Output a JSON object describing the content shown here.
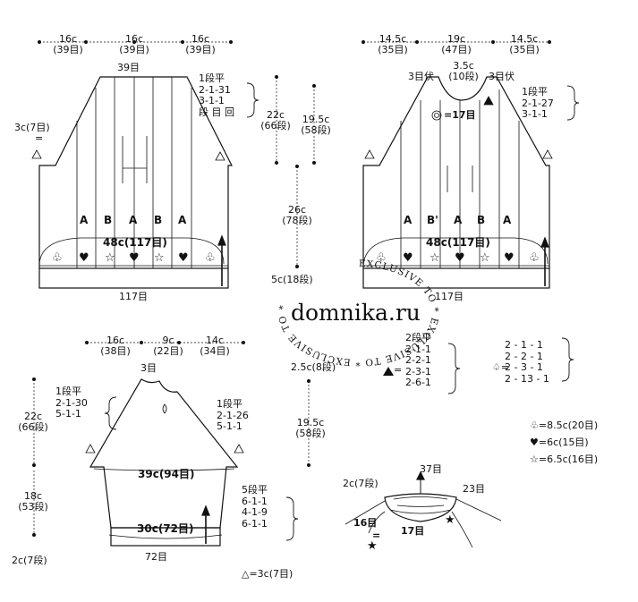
{
  "back": {
    "top_widths": [
      {
        "cm": "16c",
        "st": "(39目)"
      },
      {
        "cm": "16c",
        "st": "(39目)"
      },
      {
        "cm": "16c",
        "st": "(39目)"
      }
    ],
    "neck_st": "39目",
    "shaping": [
      "1段平",
      "2-1-31",
      "3-1-1",
      "段 目 回"
    ],
    "armhole": [
      "3c(7目)",
      "="
    ],
    "raglan_h": {
      "cm": "22c",
      "rows": "(66段)"
    },
    "armhole_h": {
      "cm": "19.5c",
      "rows": "(58段)"
    },
    "body_h": {
      "cm": "26c",
      "rows": "(78段)"
    },
    "rib_h": "5c(18段)",
    "patterns": [
      "A",
      "B",
      "A",
      "B",
      "A"
    ],
    "width": "48c(117目)",
    "hem_st": "117目"
  },
  "front": {
    "top_widths": [
      {
        "cm": "14.5c",
        "st": "(35目)"
      },
      {
        "cm": "19c",
        "st": "(47目)"
      },
      {
        "cm": "14.5c",
        "st": "(35目)"
      }
    ],
    "bind_left": "3目伏",
    "bind_right": "3目伏",
    "neck_depth": {
      "cm": "3.5c",
      "rows": "(10段)"
    },
    "neck_st": "=17目",
    "shaping": [
      "1段平",
      "2-1-27",
      "3-1-1"
    ],
    "patterns": [
      "A",
      "B'",
      "A",
      "B",
      "A"
    ],
    "width": "48c(117目)",
    "hem_st": "117目"
  },
  "neck_shaping": [
    "2段平",
    "2-1-1",
    "2-2-1",
    "2-3-1",
    "2-6-1"
  ],
  "club_shaping": [
    "2 - 1 - 1",
    "2 - 2 - 1",
    "2 - 3 - 1",
    "2 - 13 - 1"
  ],
  "legend": [
    {
      "sym": "♧",
      "text": "=8.5c(20目)"
    },
    {
      "sym": "♥",
      "text": "=6c(15目)"
    },
    {
      "sym": "☆",
      "text": "=6.5c(16目)"
    }
  ],
  "sleeve": {
    "top_widths": [
      {
        "cm": "16c",
        "st": "(38目)"
      },
      {
        "cm": "9c",
        "st": "(22目)"
      },
      {
        "cm": "14c",
        "st": "(34目)"
      }
    ],
    "top_st": "3目",
    "left_shaping": [
      "1段平",
      "2-1-30",
      "5-1-1"
    ],
    "right_shaping": [
      "1段平",
      "2-1-26",
      "5-1-1"
    ],
    "raglan_h": {
      "cm": "22c",
      "rows": "(66段)"
    },
    "length": {
      "cm": "18c",
      "rows": "(53段)"
    },
    "cuff_h": "2c(7段)",
    "width_top": "39c(94目)",
    "incr_shaping": [
      "5段平",
      "6-1-1",
      "4-1-9",
      "6-1-1"
    ],
    "width_bottom": "30c(72目)",
    "cuff_st": "72目",
    "cuff_2": "2.5c(8段)",
    "armhole_h": {
      "cm": "19.5c",
      "rows": "(58段)"
    }
  },
  "collar": {
    "height": "2c(7段)",
    "st_top": "37目",
    "st_right": "23目",
    "st_left": "16目",
    "eq": "=",
    "st_bottom": "17目"
  },
  "triangle_note": "△=3c(7目)",
  "watermark": {
    "site": "domnika.ru",
    "ring": "EXCLUSIVE  TO  *  EXCLUSIVE  TO  *  EXCLUSIVE  TO  *"
  }
}
